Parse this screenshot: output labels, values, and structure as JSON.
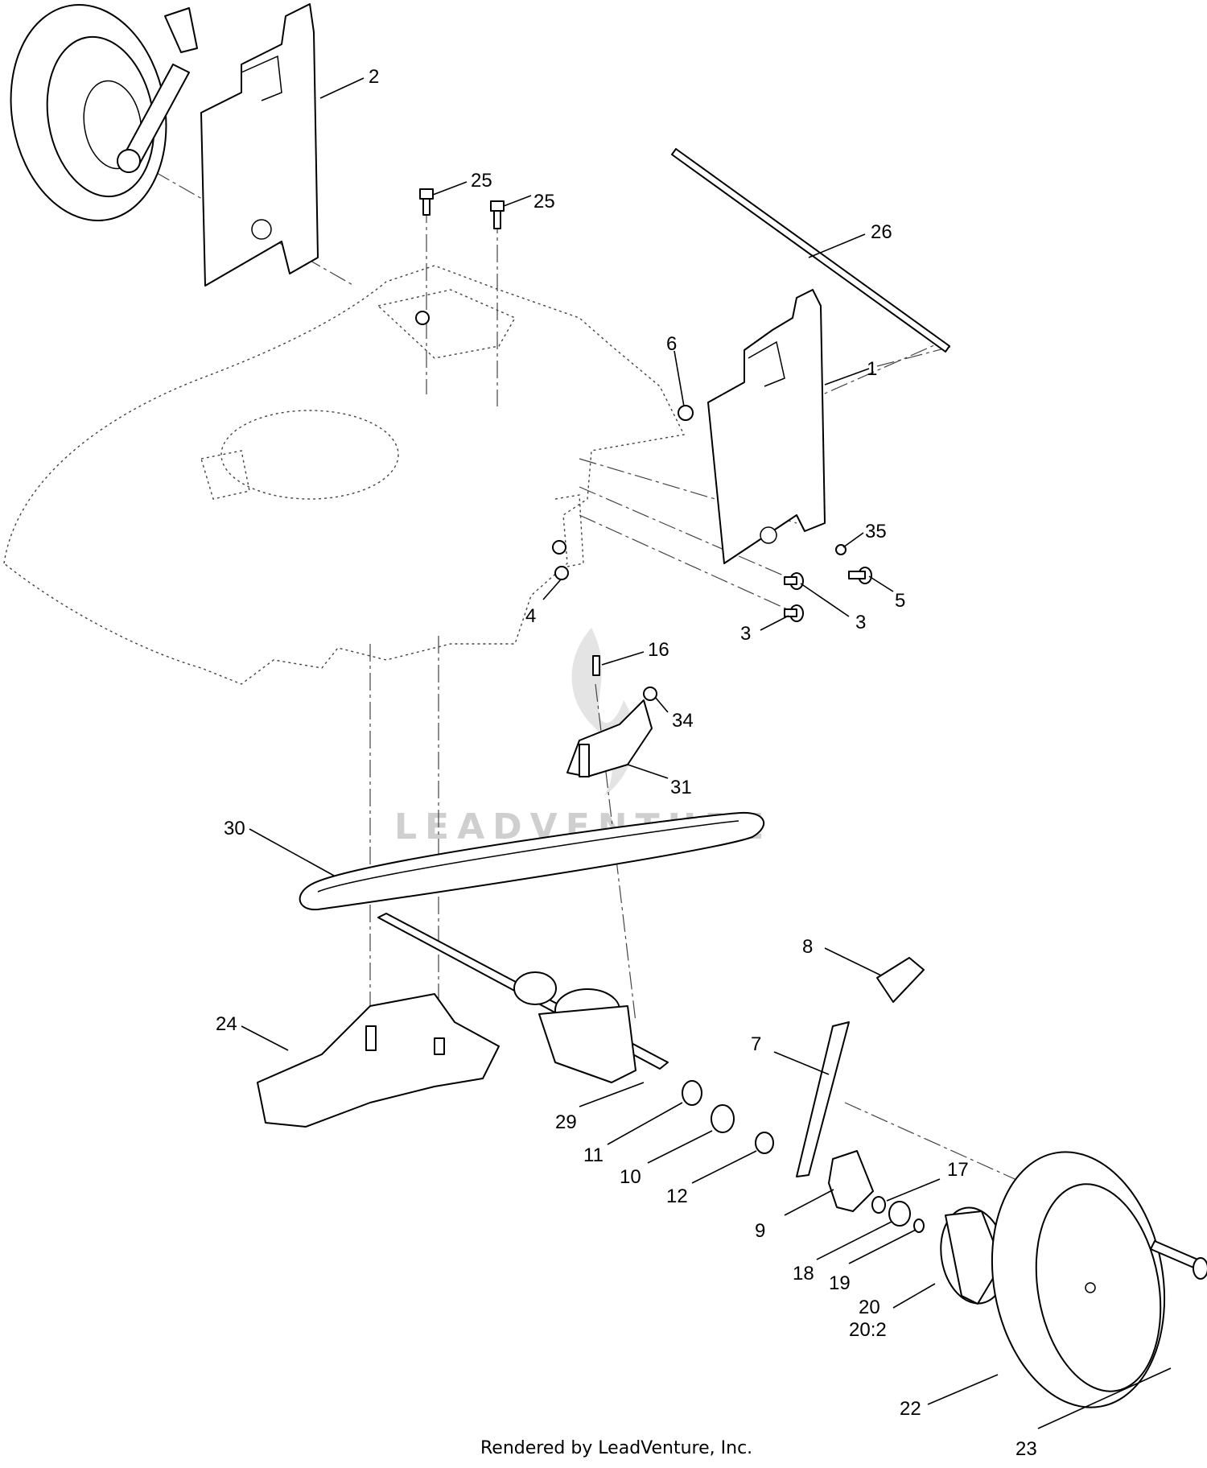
{
  "diagram": {
    "footer": "Rendered by LeadVenture, Inc.",
    "watermark": "LEADVENTURE",
    "callouts": [
      {
        "id": "c2",
        "label": "2"
      },
      {
        "id": "c25a",
        "label": "25"
      },
      {
        "id": "c25b",
        "label": "25"
      },
      {
        "id": "c26",
        "label": "26"
      },
      {
        "id": "c6",
        "label": "6"
      },
      {
        "id": "c1",
        "label": "1"
      },
      {
        "id": "c35",
        "label": "35"
      },
      {
        "id": "c5",
        "label": "5"
      },
      {
        "id": "c3a",
        "label": "3"
      },
      {
        "id": "c3b",
        "label": "3"
      },
      {
        "id": "c4",
        "label": "4"
      },
      {
        "id": "c16",
        "label": "16"
      },
      {
        "id": "c34",
        "label": "34"
      },
      {
        "id": "c31",
        "label": "31"
      },
      {
        "id": "c30",
        "label": "30"
      },
      {
        "id": "c8",
        "label": "8"
      },
      {
        "id": "c24",
        "label": "24"
      },
      {
        "id": "c7",
        "label": "7"
      },
      {
        "id": "c29",
        "label": "29"
      },
      {
        "id": "c11",
        "label": "11"
      },
      {
        "id": "c10",
        "label": "10"
      },
      {
        "id": "c12",
        "label": "12"
      },
      {
        "id": "c17",
        "label": "17"
      },
      {
        "id": "c9",
        "label": "9"
      },
      {
        "id": "c18",
        "label": "18"
      },
      {
        "id": "c19",
        "label": "19"
      },
      {
        "id": "c20",
        "label": "20"
      },
      {
        "id": "c20b",
        "label": "20:2"
      },
      {
        "id": "c22",
        "label": "22"
      },
      {
        "id": "c23",
        "label": "23"
      }
    ]
  }
}
